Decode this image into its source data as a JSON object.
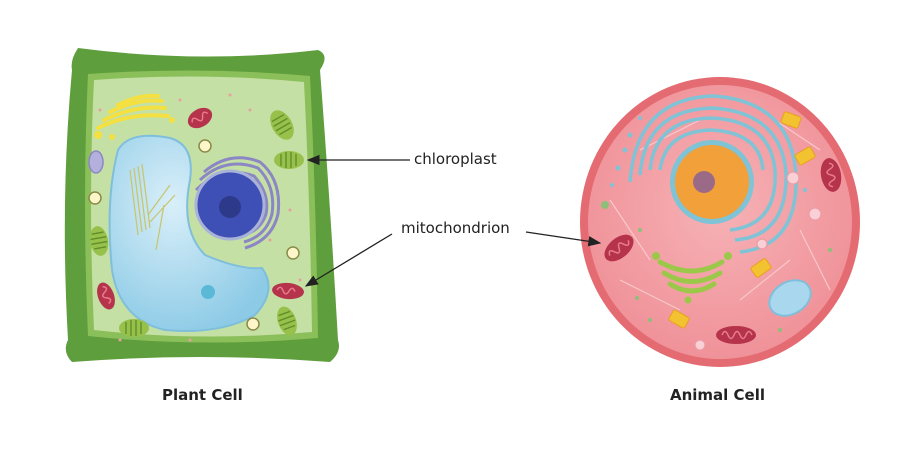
{
  "labels": {
    "chloroplast": "chloroplast",
    "mitochondrion": "mitochondrion"
  },
  "captions": {
    "plant": "Plant Cell",
    "animal": "Animal Cell"
  },
  "colors": {
    "plant_wall": "#5f9e3c",
    "plant_cytoplasm": "#c4e0a5",
    "vacuole": "#a9d8ee",
    "plant_nucleus": "#3e4fb5",
    "animal_membrane": "#e46b72",
    "animal_cytoplasm": "#f4a2a7",
    "animal_nucleus": "#f2a03a",
    "nucleolus": "#9b6a86",
    "mitochondrion": "#b5334b",
    "chloroplast": "#97c14b",
    "golgi_plant": "#f4e040",
    "golgi_animal": "#9cc84a",
    "er_plant": "#8c86c4",
    "er_animal": "#7fc3d6"
  }
}
